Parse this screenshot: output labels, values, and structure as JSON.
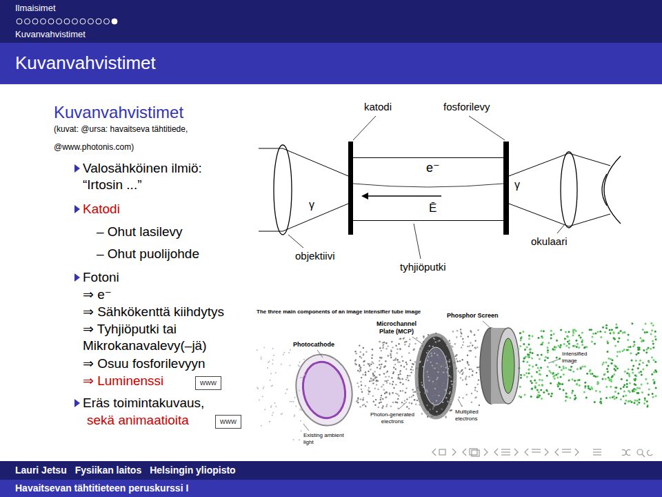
{
  "diagram": {
    "nodes": [
      {
        "text": [
          "Ilmaisimet",
          "Kuvanvahvistimet"
        ]
      },
      {
        "text": [
          "Kuvanvahvistimet"
        ]
      },
      {
        "text": [
          "www"
        ]
      },
      {
        "text": [
          "www"
        ]
      },
      {
        "text": [
          "e⁻",
          "Ē"
        ]
      },
      {
        "text": [
          "Lauri Jetsu",
          "Fysiikan laitos",
          "Helsingin yliopisto"
        ]
      },
      {
        "text": [
          "Havaitsevan tähtitieteen peruskurssi I"
        ]
      }
    ],
    "labels": [
      "Kuvanvahvistimet",
      "(kuvat: @ursa: havaitseva tähtitiede,",
      "@www.photonis.com)",
      "Valosähköinen ilmiö: “Irtosin ...”",
      "Katodi",
      "– Ohut lasilevy",
      "– Ohut puolijohde",
      "Fotoni",
      "⇒ e⁻",
      "⇒ Sähkökenttä kiihdytys",
      "⇒ Tyhjiöputki tai Mikrokanavalevy(–jä)",
      "⇒ Osuu fosforilevyyn",
      "⇒ Luminenssi",
      "Eräs toimintakuvaus,",
      "sekä animaatioita",
      "katodi",
      "fosforilevy",
      "γ",
      "objektiivi",
      "tyhjiöputki",
      "γ",
      "okulaari",
      "The three main components of an image intensifier tube image",
      "Photocathode",
      "Microchannel Plate (MCP)",
      "Phosphor Screen",
      "Intensified image",
      "Multiplied electrons",
      "Photon-generated electrons",
      "Existing ambient light"
    ]
  }
}
